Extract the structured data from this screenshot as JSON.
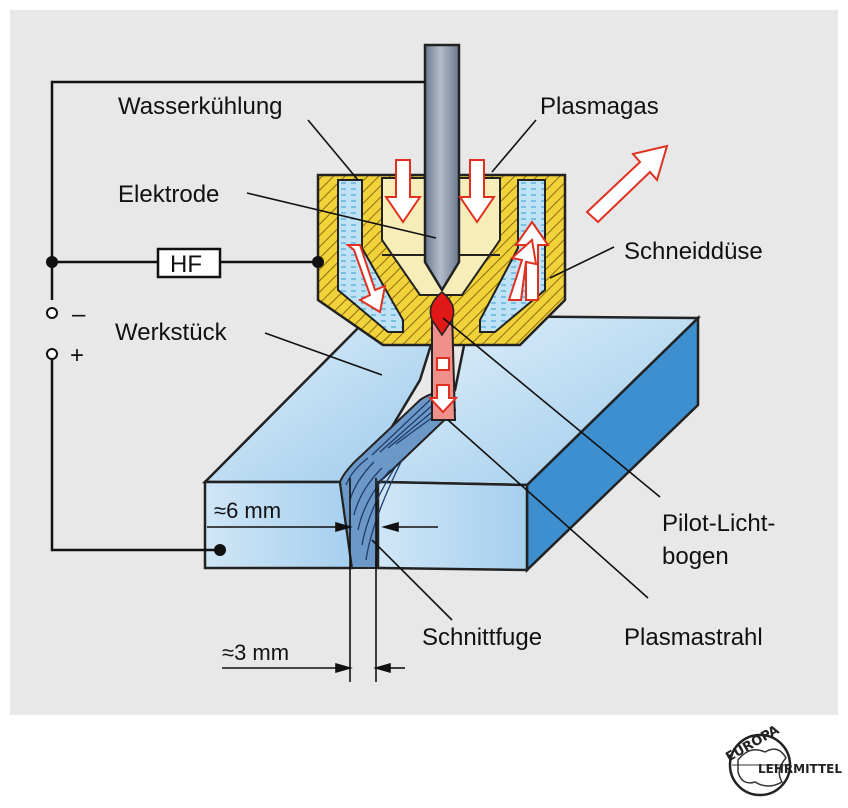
{
  "labels": {
    "wasserkuehlung": "Wasserkühlung",
    "plasmagas": "Plasmagas",
    "elektrode": "Elektrode",
    "schneidduese": "Schneiddüse",
    "hf": "HF",
    "minus": "–",
    "plus": "+",
    "werkstueck": "Werkstück",
    "dim_6mm": "≈6 mm",
    "dim_3mm": "≈3 mm",
    "pilot_line1": "Pilot-Licht-",
    "pilot_line2": "bogen",
    "schnittfuge": "Schnittfuge",
    "plasmastrahl": "Plasmastrahl"
  },
  "logo": {
    "top": "EUROPA",
    "side": "LEHRMITTEL"
  },
  "colors": {
    "background_panel": "#e8e8e8",
    "nozzle": "#f2d23a",
    "workpiece_top": "#b8d8f0",
    "workpiece_side": "#3d8fd0",
    "electrode": "#8a96aa",
    "plasma": "#f0908a",
    "arrow": "#e03020"
  }
}
